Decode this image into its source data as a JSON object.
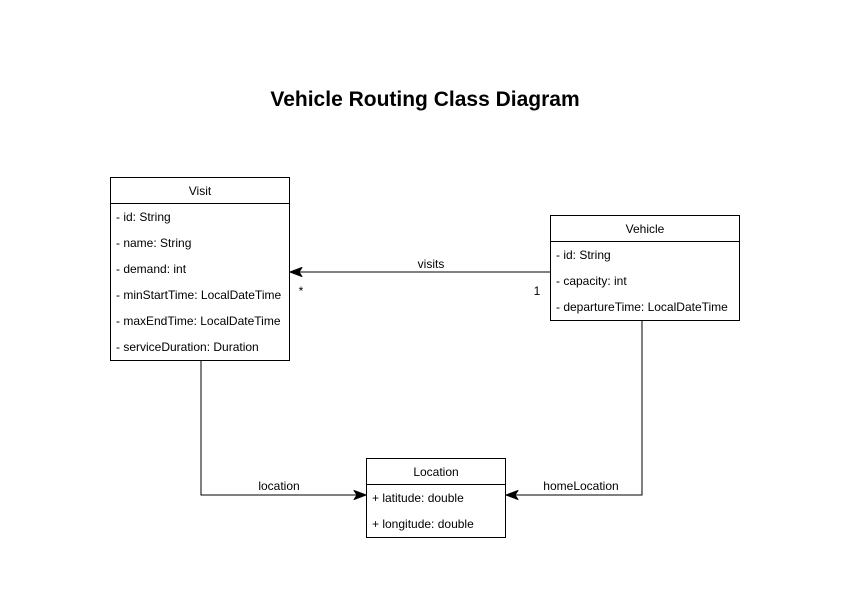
{
  "title": "Vehicle Routing Class Diagram",
  "classes": {
    "visit": {
      "name": "Visit",
      "attributes": [
        "- id: String",
        "- name: String",
        "- demand: int",
        "- minStartTime: LocalDateTime",
        "- maxEndTime: LocalDateTime",
        "- serviceDuration: Duration"
      ]
    },
    "vehicle": {
      "name": "Vehicle",
      "attributes": [
        "- id: String",
        "- capacity: int",
        "- departureTime: LocalDateTime"
      ]
    },
    "location": {
      "name": "Location",
      "attributes": [
        "+ latitude: double",
        "+ longitude: double"
      ]
    }
  },
  "relationships": {
    "visits": {
      "label": "visits",
      "from": "Vehicle",
      "to": "Visit",
      "multiplicity_at_visit": "*",
      "multiplicity_at_vehicle": "1"
    },
    "location": {
      "label": "location",
      "from": "Visit",
      "to": "Location"
    },
    "homeLocation": {
      "label": "homeLocation",
      "from": "Vehicle",
      "to": "Location"
    }
  },
  "colors": {
    "background": "#ffffff",
    "box_fill": "#ffffff",
    "box_border": "#000000",
    "line": "#000000",
    "text": "#000000"
  }
}
